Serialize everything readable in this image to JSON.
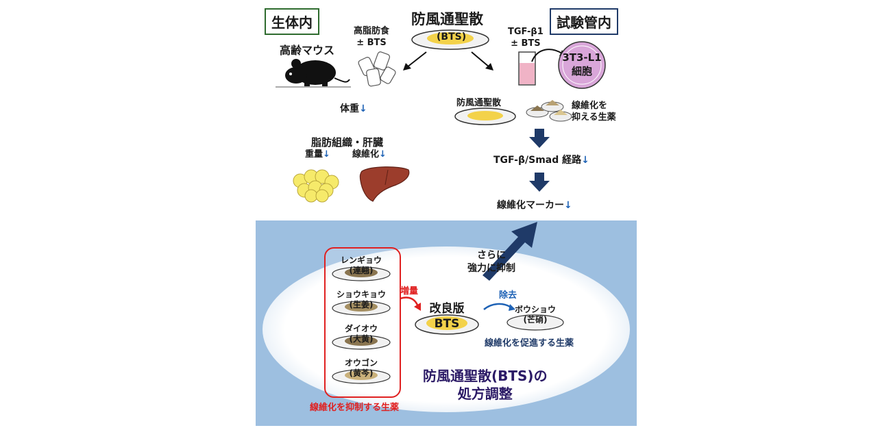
{
  "in_vivo": {
    "label": "生体内",
    "mouse_label": "高齢マウス",
    "diet_label": "高脂肪食",
    "diet_sub": "± BTS",
    "weight": "体重",
    "tissue": "脂肪組織・肝臓",
    "mass": "重量",
    "fibrosis": "線維化"
  },
  "center": {
    "title": "防風通聖散",
    "abbr": "(BTS)"
  },
  "in_vitro": {
    "label": "試験管内",
    "tgf_label": "TGF-β1",
    "tgf_sub": "± BTS",
    "cell_line": "3T3-L1",
    "cell_word": "細胞",
    "dish_label": "防風通聖散",
    "herbs_label_1": "線維化を",
    "herbs_label_2": "抑える生薬",
    "pathway": "TGF-β/Smad 経路",
    "markers": "線維化マーカー"
  },
  "down_arrow": "↓",
  "bottom": {
    "herbs": [
      {
        "kana": "レンギョウ",
        "kanji": "(連翹)"
      },
      {
        "kana": "ショウキョウ",
        "kanji": "(生姜)"
      },
      {
        "kana": "ダイオウ",
        "kanji": "(大黄)"
      },
      {
        "kana": "オウゴン",
        "kanji": "(黄芩)"
      }
    ],
    "suppress_caption": "線維化を抑制する生薬",
    "increase": "増量",
    "improved_1": "改良版",
    "improved_2": "BTS",
    "stronger_1": "さらに",
    "stronger_2": "強力に抑制",
    "remove": "除去",
    "removed_herb_kana": "ボウショウ",
    "removed_herb_kanji": "(芒硝)",
    "promote_caption": "線維化を促進する生薬",
    "main_1": "防風通聖散(BTS)の",
    "main_2": "処方調整"
  },
  "colors": {
    "panel_bg": "#9dbfe0",
    "navy": "#1f3a68",
    "red": "#e02020",
    "blue": "#1e62b5",
    "herb_brown": "#8a7550",
    "herb_yellow": "#f3d24a",
    "cell_pink": "#d9a6d9"
  }
}
